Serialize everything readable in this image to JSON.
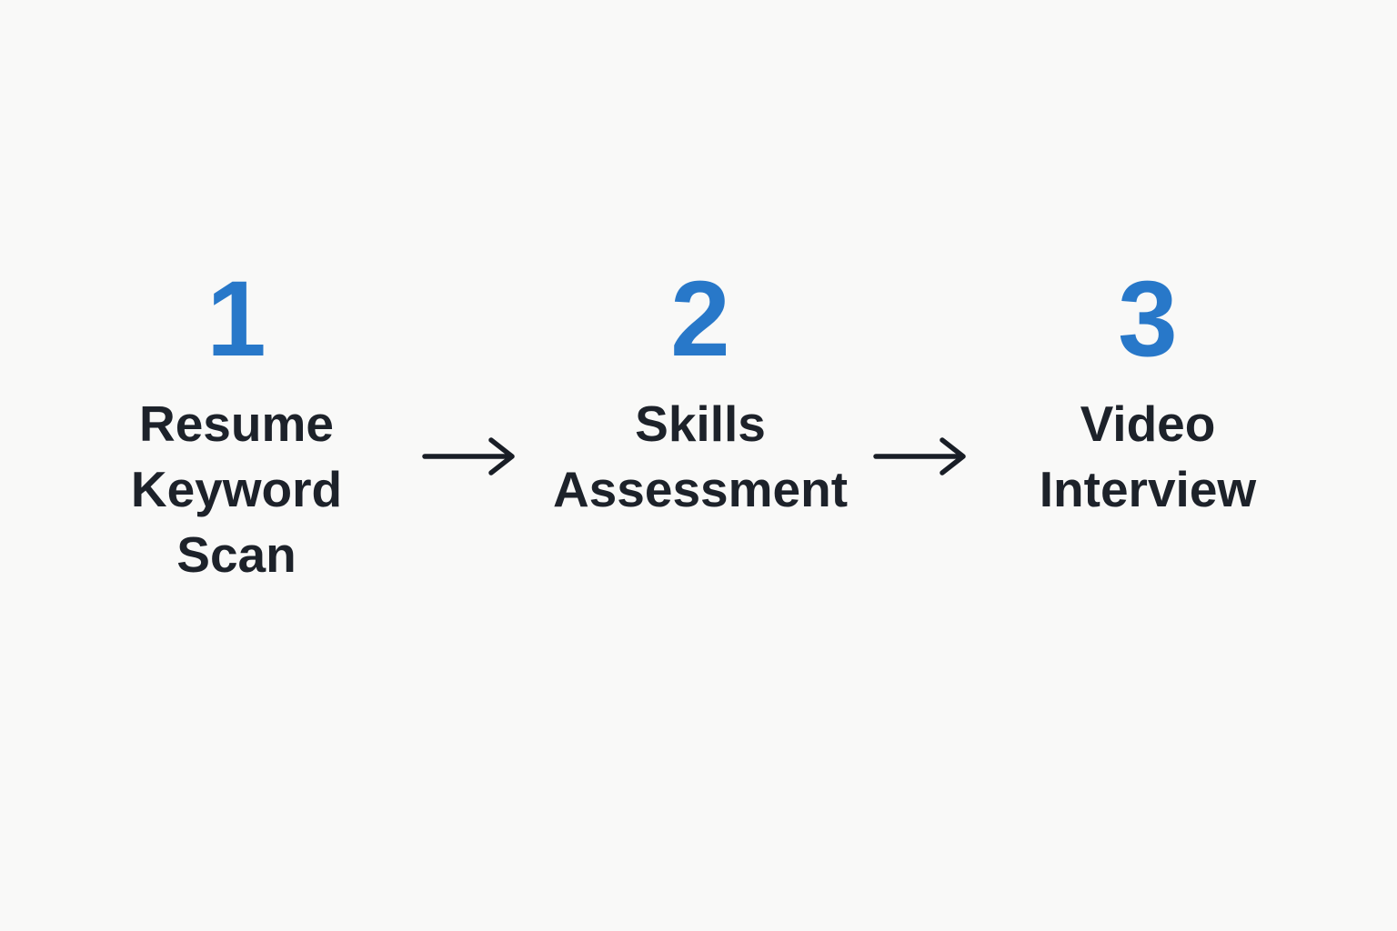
{
  "colors": {
    "background": "#f9f9f8",
    "accent": "#2878c9",
    "text": "#1d222a",
    "arrow": "#191e26"
  },
  "diagram": {
    "type": "process-flow",
    "steps": [
      {
        "number": "1",
        "label": "Resume\nKeyword\nScan"
      },
      {
        "number": "2",
        "label": "Skills\nAssessment"
      },
      {
        "number": "3",
        "label": "Video\nInterview"
      }
    ],
    "connectors": [
      {
        "icon": "arrow-right-icon",
        "direction": "right"
      },
      {
        "icon": "arrow-right-icon",
        "direction": "right"
      }
    ]
  }
}
